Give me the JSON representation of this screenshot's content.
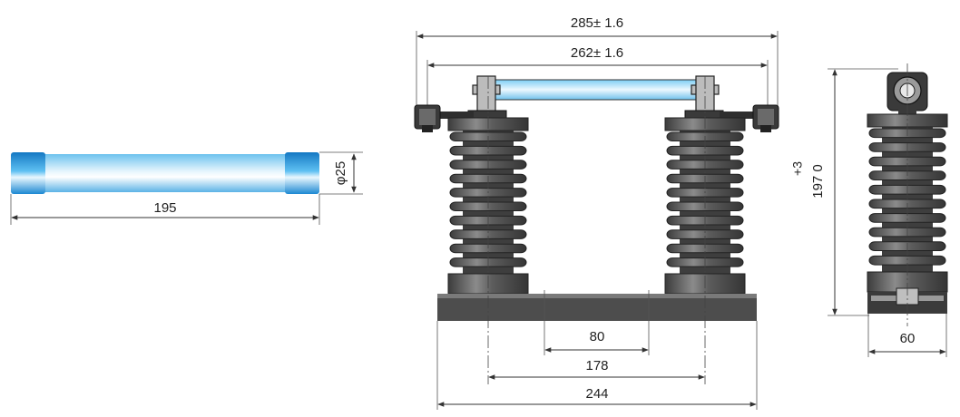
{
  "fuse_view": {
    "length_label": "195",
    "diameter_label": "φ25"
  },
  "front_view": {
    "overall_width_label": "285± 1.6",
    "contact_span_label": "262± 1.6",
    "slot_label": "80",
    "mount_spacing_label": "178",
    "base_width_label": "244"
  },
  "side_view": {
    "height_label": "197 0",
    "height_tolerance_label": "+3",
    "depth_label": "60"
  },
  "colors": {
    "fuse_cap": "#1f8fd6",
    "fuse_tube_light": "#e3f4fd",
    "fuse_tube_mid": "#7ec9ef",
    "insulator": "#4a4a4a",
    "line": "#333333"
  }
}
